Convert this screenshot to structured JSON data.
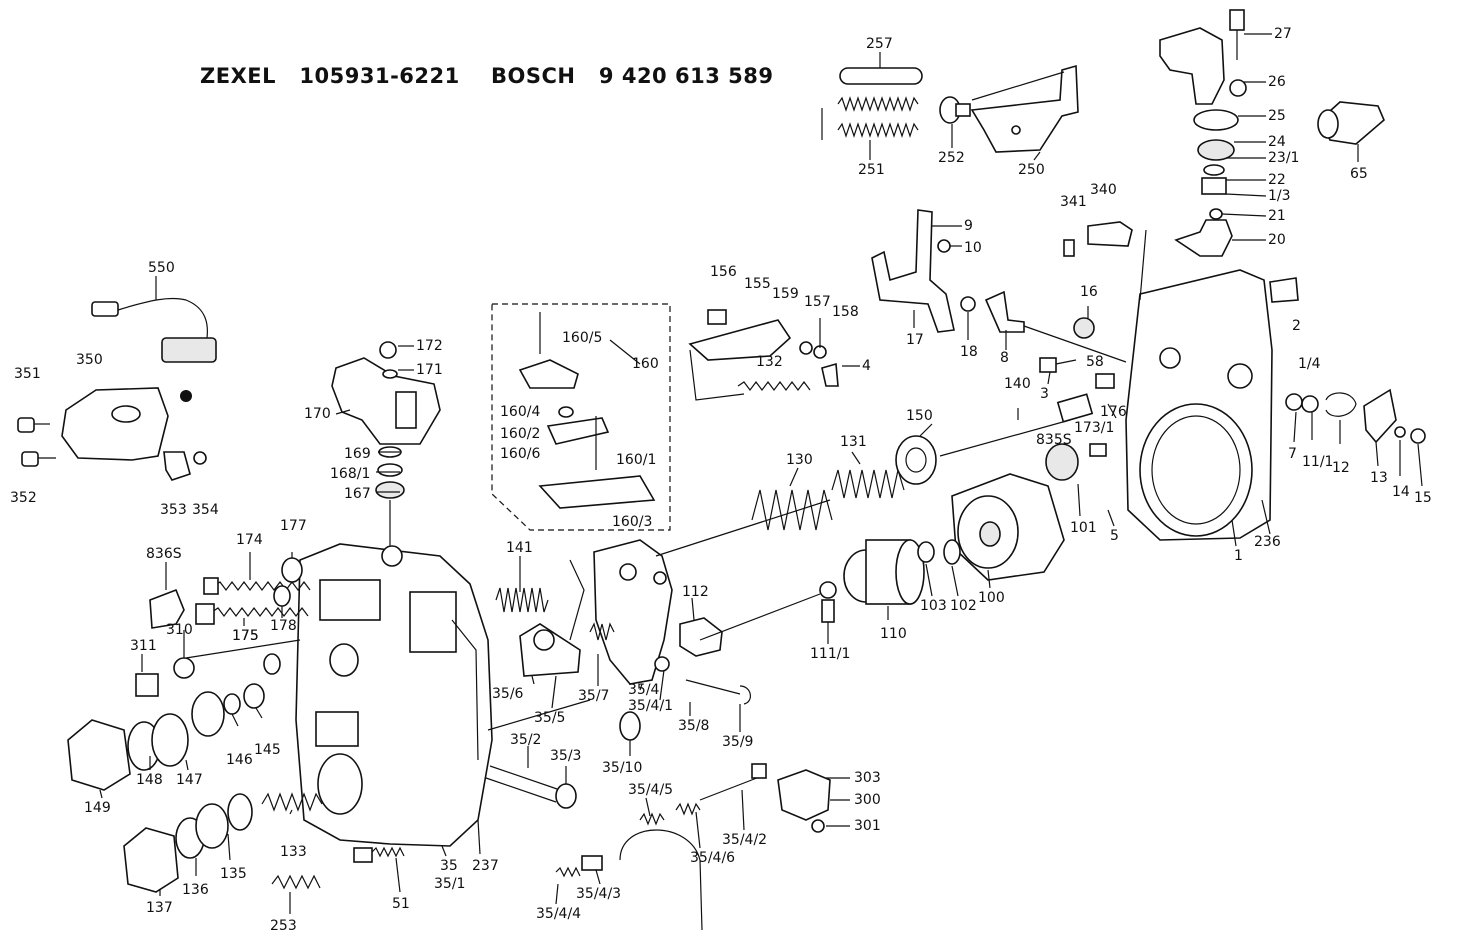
{
  "header": {
    "title": "ZEXEL   105931-6221    BOSCH   9 420 613 589"
  },
  "parts": [
    {
      "id": "p257",
      "label": "257"
    },
    {
      "id": "p251",
      "label": "251"
    },
    {
      "id": "p252",
      "label": "252"
    },
    {
      "id": "p250",
      "label": "250"
    },
    {
      "id": "p27",
      "label": "27"
    },
    {
      "id": "p26",
      "label": "26"
    },
    {
      "id": "p25",
      "label": "25"
    },
    {
      "id": "p24",
      "label": "24"
    },
    {
      "id": "p23_1",
      "label": "23/1"
    },
    {
      "id": "p22",
      "label": "22"
    },
    {
      "id": "p1_3",
      "label": "1/3"
    },
    {
      "id": "p21",
      "label": "21"
    },
    {
      "id": "p20",
      "label": "20"
    },
    {
      "id": "p65",
      "label": "65"
    },
    {
      "id": "p341",
      "label": "341"
    },
    {
      "id": "p340",
      "label": "340"
    },
    {
      "id": "p9",
      "label": "9"
    },
    {
      "id": "p10",
      "label": "10"
    },
    {
      "id": "p550",
      "label": "550"
    },
    {
      "id": "p156",
      "label": "156"
    },
    {
      "id": "p155",
      "label": "155"
    },
    {
      "id": "p159",
      "label": "159"
    },
    {
      "id": "p157",
      "label": "157"
    },
    {
      "id": "p158",
      "label": "158"
    },
    {
      "id": "p132",
      "label": "132"
    },
    {
      "id": "p4",
      "label": "4"
    },
    {
      "id": "p17",
      "label": "17"
    },
    {
      "id": "p18",
      "label": "18"
    },
    {
      "id": "p8",
      "label": "8"
    },
    {
      "id": "p16",
      "label": "16"
    },
    {
      "id": "p2",
      "label": "2"
    },
    {
      "id": "p1_4",
      "label": "1/4"
    },
    {
      "id": "p58",
      "label": "58"
    },
    {
      "id": "p3",
      "label": "3"
    },
    {
      "id": "p172",
      "label": "172"
    },
    {
      "id": "p171",
      "label": "171"
    },
    {
      "id": "p170",
      "label": "170"
    },
    {
      "id": "p169",
      "label": "169"
    },
    {
      "id": "p168_1",
      "label": "168/1"
    },
    {
      "id": "p167",
      "label": "167"
    },
    {
      "id": "p160_5",
      "label": "160/5"
    },
    {
      "id": "p160",
      "label": "160"
    },
    {
      "id": "p160_4",
      "label": "160/4"
    },
    {
      "id": "p160_2",
      "label": "160/2"
    },
    {
      "id": "p160_6",
      "label": "160/6"
    },
    {
      "id": "p160_1",
      "label": "160/1"
    },
    {
      "id": "p160_3",
      "label": "160/3"
    },
    {
      "id": "p350",
      "label": "350"
    },
    {
      "id": "p351",
      "label": "351"
    },
    {
      "id": "p352",
      "label": "352"
    },
    {
      "id": "p353",
      "label": "353"
    },
    {
      "id": "p354",
      "label": "354"
    },
    {
      "id": "p140",
      "label": "140"
    },
    {
      "id": "p176",
      "label": "176"
    },
    {
      "id": "p173_1",
      "label": "173/1"
    },
    {
      "id": "p835s_a",
      "label": "835S"
    },
    {
      "id": "p150",
      "label": "150"
    },
    {
      "id": "p131",
      "label": "131"
    },
    {
      "id": "p130",
      "label": "130"
    },
    {
      "id": "p7",
      "label": "7"
    },
    {
      "id": "p11_1",
      "label": "11/1"
    },
    {
      "id": "p12",
      "label": "12"
    },
    {
      "id": "p13",
      "label": "13"
    },
    {
      "id": "p14",
      "label": "14"
    },
    {
      "id": "p15",
      "label": "15"
    },
    {
      "id": "p5",
      "label": "5"
    },
    {
      "id": "p101",
      "label": "101"
    },
    {
      "id": "p1",
      "label": "1"
    },
    {
      "id": "p236",
      "label": "236"
    },
    {
      "id": "p174",
      "label": "174"
    },
    {
      "id": "p177",
      "label": "177"
    },
    {
      "id": "p836s",
      "label": "836S"
    },
    {
      "id": "p175",
      "label": "175"
    },
    {
      "id": "p178",
      "label": "178"
    },
    {
      "id": "p141",
      "label": "141"
    },
    {
      "id": "p112",
      "label": "112"
    },
    {
      "id": "p111_1",
      "label": "111/1"
    },
    {
      "id": "p110",
      "label": "110"
    },
    {
      "id": "p103",
      "label": "103"
    },
    {
      "id": "p102",
      "label": "102"
    },
    {
      "id": "p100",
      "label": "100"
    },
    {
      "id": "p311",
      "label": "311"
    },
    {
      "id": "p310",
      "label": "310"
    },
    {
      "id": "p175b",
      "label": "175"
    },
    {
      "id": "p35_6",
      "label": "35/6"
    },
    {
      "id": "p35_5",
      "label": "35/5"
    },
    {
      "id": "p35_7",
      "label": "35/7"
    },
    {
      "id": "p35_4",
      "label": "35/4"
    },
    {
      "id": "p35_4_1",
      "label": "35/4/1"
    },
    {
      "id": "p35_8",
      "label": "35/8"
    },
    {
      "id": "p35_9",
      "label": "35/9"
    },
    {
      "id": "p35_10",
      "label": "35/10"
    },
    {
      "id": "p35_2",
      "label": "35/2"
    },
    {
      "id": "p35_3",
      "label": "35/3"
    },
    {
      "id": "p149",
      "label": "149"
    },
    {
      "id": "p148",
      "label": "148"
    },
    {
      "id": "p147",
      "label": "147"
    },
    {
      "id": "p146",
      "label": "146"
    },
    {
      "id": "p145",
      "label": "145"
    },
    {
      "id": "p133",
      "label": "133"
    },
    {
      "id": "p137",
      "label": "137"
    },
    {
      "id": "p136",
      "label": "136"
    },
    {
      "id": "p135",
      "label": "135"
    },
    {
      "id": "p253",
      "label": "253"
    },
    {
      "id": "p51",
      "label": "51"
    },
    {
      "id": "p35",
      "label": "35"
    },
    {
      "id": "p35_1",
      "label": "35/1"
    },
    {
      "id": "p237",
      "label": "237"
    },
    {
      "id": "p35_4_5",
      "label": "35/4/5"
    },
    {
      "id": "p35_4_2",
      "label": "35/4/2"
    },
    {
      "id": "p35_4_6",
      "label": "35/4/6"
    },
    {
      "id": "p35_4_3",
      "label": "35/4/3"
    },
    {
      "id": "p35_4_4",
      "label": "35/4/4"
    },
    {
      "id": "p303",
      "label": "303"
    },
    {
      "id": "p300",
      "label": "300"
    },
    {
      "id": "p301",
      "label": "301"
    }
  ]
}
